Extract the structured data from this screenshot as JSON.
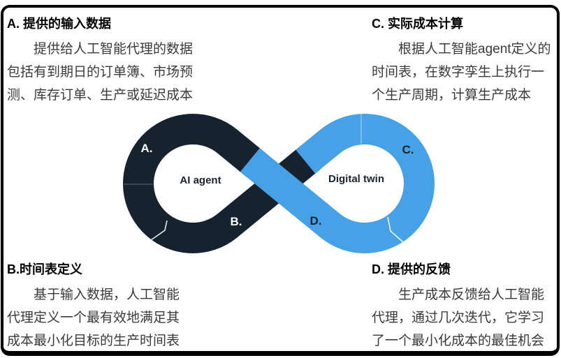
{
  "loops": {
    "left": {
      "name": "AI agent",
      "color": "#16222d",
      "marker_top": "A.",
      "marker_bottom": "B."
    },
    "right": {
      "name": "Digital twin",
      "color": "#47a1e6",
      "marker_top": "C.",
      "marker_bottom": "D."
    }
  },
  "sections": {
    "a": {
      "title": "A. 提供的输入数据",
      "lines": [
        "提供给人工智能代理的数据",
        "包括有到期日的订单簿、市场预",
        "测、库存订单、生产或延迟成本"
      ]
    },
    "b": {
      "title": "B.时间表定义",
      "lines": [
        "基于输入数据，人工智能",
        "代理定义一个最有效地满足其",
        "成本最小化目标的生产时间表"
      ]
    },
    "c": {
      "title": "C. 实际成本计算",
      "lines": [
        "根据人工智能agent定义的",
        "时间表，在数字孪生上执行一",
        "个生产周期，计算生产成本"
      ]
    },
    "d": {
      "title": "D. 提供的反馈",
      "lines": [
        "生产成本反馈给人工智能",
        "代理，通过几次迭代，它学习",
        "了一个最小化成本的最佳机会"
      ]
    }
  }
}
